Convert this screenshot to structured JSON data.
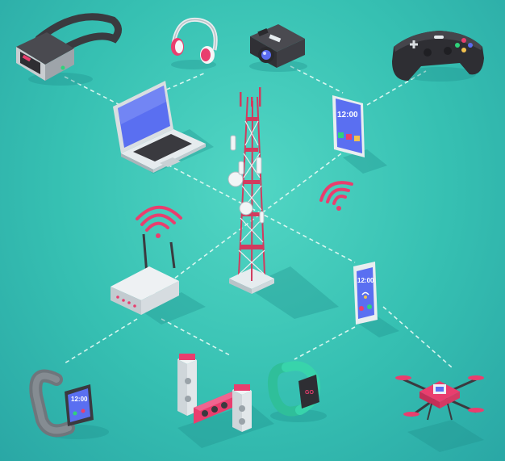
{
  "colors": {
    "background": "#3cc6b6",
    "accent_pink": "#e93e6e",
    "screen_blue": "#4a6cf0",
    "dashed_line": "#e9fbf6"
  },
  "icons": [
    "vr-headset-icon",
    "headphones-icon",
    "camera-icon",
    "gamepad-icon",
    "laptop-icon",
    "tablet-icon",
    "cell-tower-icon",
    "router-icon",
    "wifi-signal-icon",
    "smartphone-icon",
    "smartwatch-icon",
    "speaker-system-icon",
    "fitness-band-icon",
    "drone-icon"
  ],
  "labels": {
    "tablet_time": "12:00",
    "phone_time": "12:00",
    "watch_time": "12:00",
    "band_text": "GO"
  }
}
